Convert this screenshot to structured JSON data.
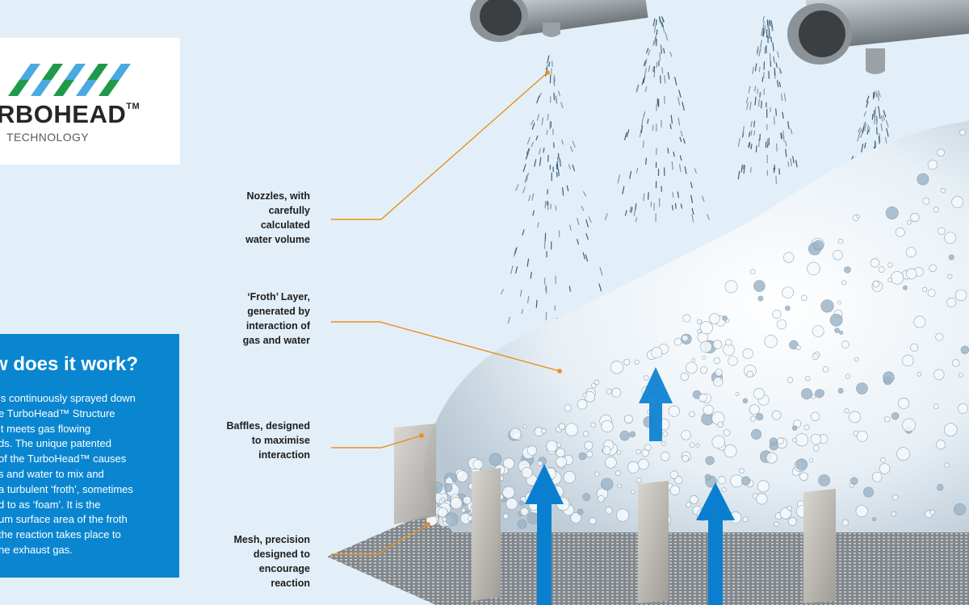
{
  "logo": {
    "wordmark": "RBOHEAD",
    "trademark": "TM",
    "subtitle": "TECHNOLOGY",
    "colors": {
      "green": "#1e9a4a",
      "blue": "#4aa9e0"
    }
  },
  "panel": {
    "title": "w does it work?",
    "background": "#0a86d1",
    "lines": [
      "is continuously sprayed down",
      "e TurboHead™ Structure",
      "it meets gas flowing",
      "ds. The unique patented",
      "of the TurboHead™ causes",
      "s and water to mix and",
      "a turbulent ‘froth’, sometimes",
      "d to as ‘foam’. It is the",
      "um surface area of the froth",
      "the reaction takes place to",
      "he exhaust gas."
    ]
  },
  "callouts": {
    "nozzles": [
      "Nozzles, with",
      "carefully",
      "calculated",
      "water volume"
    ],
    "froth": [
      "‘Froth’ Layer,",
      "generated by",
      "interaction of",
      "gas and water"
    ],
    "baffles": [
      "Baffles, designed",
      "to maximise",
      "interaction"
    ],
    "mesh": [
      "Mesh, precision",
      "designed to",
      "encourage",
      "reaction"
    ]
  },
  "colors": {
    "background": "#e3eff8",
    "leader_line": "#e8901e",
    "arrow": "#0a7fd0"
  }
}
